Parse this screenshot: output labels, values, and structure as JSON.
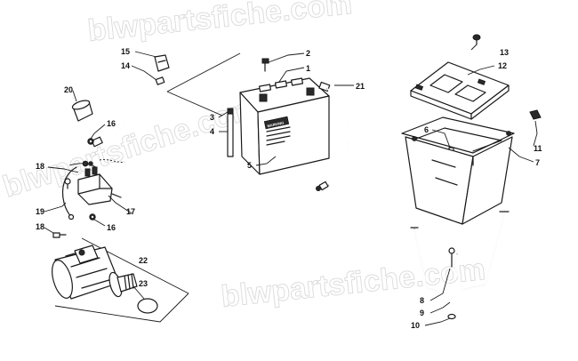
{
  "watermark": "blwpartsfiche.com",
  "battery_label": "MARKING",
  "callouts": [
    {
      "id": "c1",
      "text": "1"
    },
    {
      "id": "c2",
      "text": "2"
    },
    {
      "id": "c3",
      "text": "3"
    },
    {
      "id": "c4",
      "text": "4"
    },
    {
      "id": "c5",
      "text": "5"
    },
    {
      "id": "c6",
      "text": "6"
    },
    {
      "id": "c7",
      "text": "7"
    },
    {
      "id": "c8",
      "text": "8"
    },
    {
      "id": "c9",
      "text": "9"
    },
    {
      "id": "c10",
      "text": "10"
    },
    {
      "id": "c11",
      "text": "11"
    },
    {
      "id": "c12",
      "text": "12"
    },
    {
      "id": "c13",
      "text": "13"
    },
    {
      "id": "c14",
      "text": "14"
    },
    {
      "id": "c15",
      "text": "15"
    },
    {
      "id": "c16a",
      "text": "16"
    },
    {
      "id": "c16b",
      "text": "16"
    },
    {
      "id": "c17",
      "text": "17"
    },
    {
      "id": "c18a",
      "text": "18"
    },
    {
      "id": "c18b",
      "text": "18"
    },
    {
      "id": "c19",
      "text": "19"
    },
    {
      "id": "c20",
      "text": "20"
    },
    {
      "id": "c21",
      "text": "21"
    },
    {
      "id": "c22",
      "text": "22"
    },
    {
      "id": "c23",
      "text": "23"
    }
  ]
}
